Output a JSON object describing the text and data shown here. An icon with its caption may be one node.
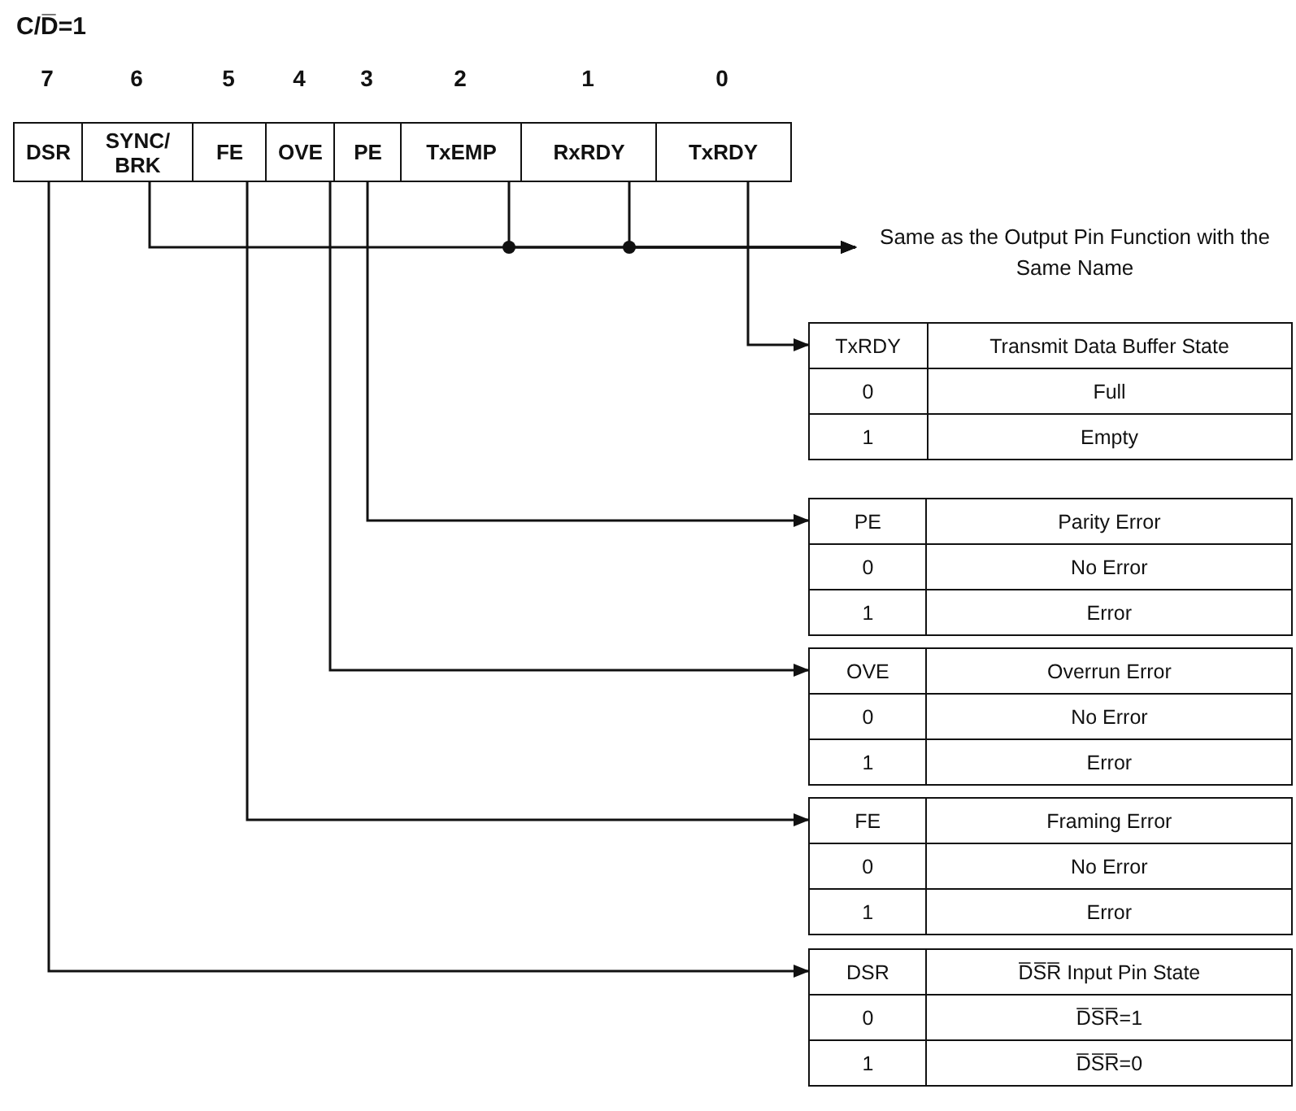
{
  "diagram": {
    "title": "C/D̅=1",
    "nodes": [
      {
        "text": [
          "DSR"
        ],
        "beside": [
          "7"
        ]
      },
      {
        "text": [
          "SYNC/ BRK"
        ],
        "beside": [
          "6"
        ]
      },
      {
        "text": [
          "FE"
        ],
        "beside": [
          "5"
        ]
      },
      {
        "text": [
          "OVE"
        ],
        "beside": [
          "4"
        ]
      },
      {
        "text": [
          "PE"
        ],
        "beside": [
          "3"
        ]
      },
      {
        "text": [
          "TxEMP"
        ],
        "beside": [
          "2"
        ]
      },
      {
        "text": [
          "RxRDY"
        ],
        "beside": [
          "1"
        ]
      },
      {
        "text": [
          "TxRDY"
        ],
        "beside": [
          "0"
        ]
      },
      {
        "text": [
          "Same as the Output Pin Function with the Same Name"
        ]
      },
      {
        "text": [
          "TxRDY",
          "Transmit Data Buffer State",
          "0",
          "Full",
          "1",
          "Empty"
        ]
      },
      {
        "text": [
          "PE",
          "Parity Error",
          "0",
          "No Error",
          "1",
          "Error"
        ]
      },
      {
        "text": [
          "OVE",
          "Overrun Error",
          "0",
          "No Error",
          "1",
          "Error"
        ]
      },
      {
        "text": [
          "FE",
          "Framing Error",
          "0",
          "No Error",
          "1",
          "Error"
        ]
      },
      {
        "text": [
          "DSR",
          "D̅S̅R̅ Input Pin State",
          "0",
          "D̅S̅R̅=1",
          "1",
          "D̅S̅R̅=0"
        ]
      }
    ],
    "edges": [
      {
        "from": 1,
        "to": 8,
        "arrow": "to"
      },
      {
        "from": 5,
        "to": 8,
        "arrow": "to"
      },
      {
        "from": 6,
        "to": 8,
        "arrow": "to"
      },
      {
        "from": 7,
        "to": 9,
        "arrow": "to"
      },
      {
        "from": 4,
        "to": 10,
        "arrow": "to"
      },
      {
        "from": 3,
        "to": 11,
        "arrow": "to"
      },
      {
        "from": 2,
        "to": 12,
        "arrow": "to"
      },
      {
        "from": 0,
        "to": 13,
        "arrow": "to"
      }
    ]
  }
}
